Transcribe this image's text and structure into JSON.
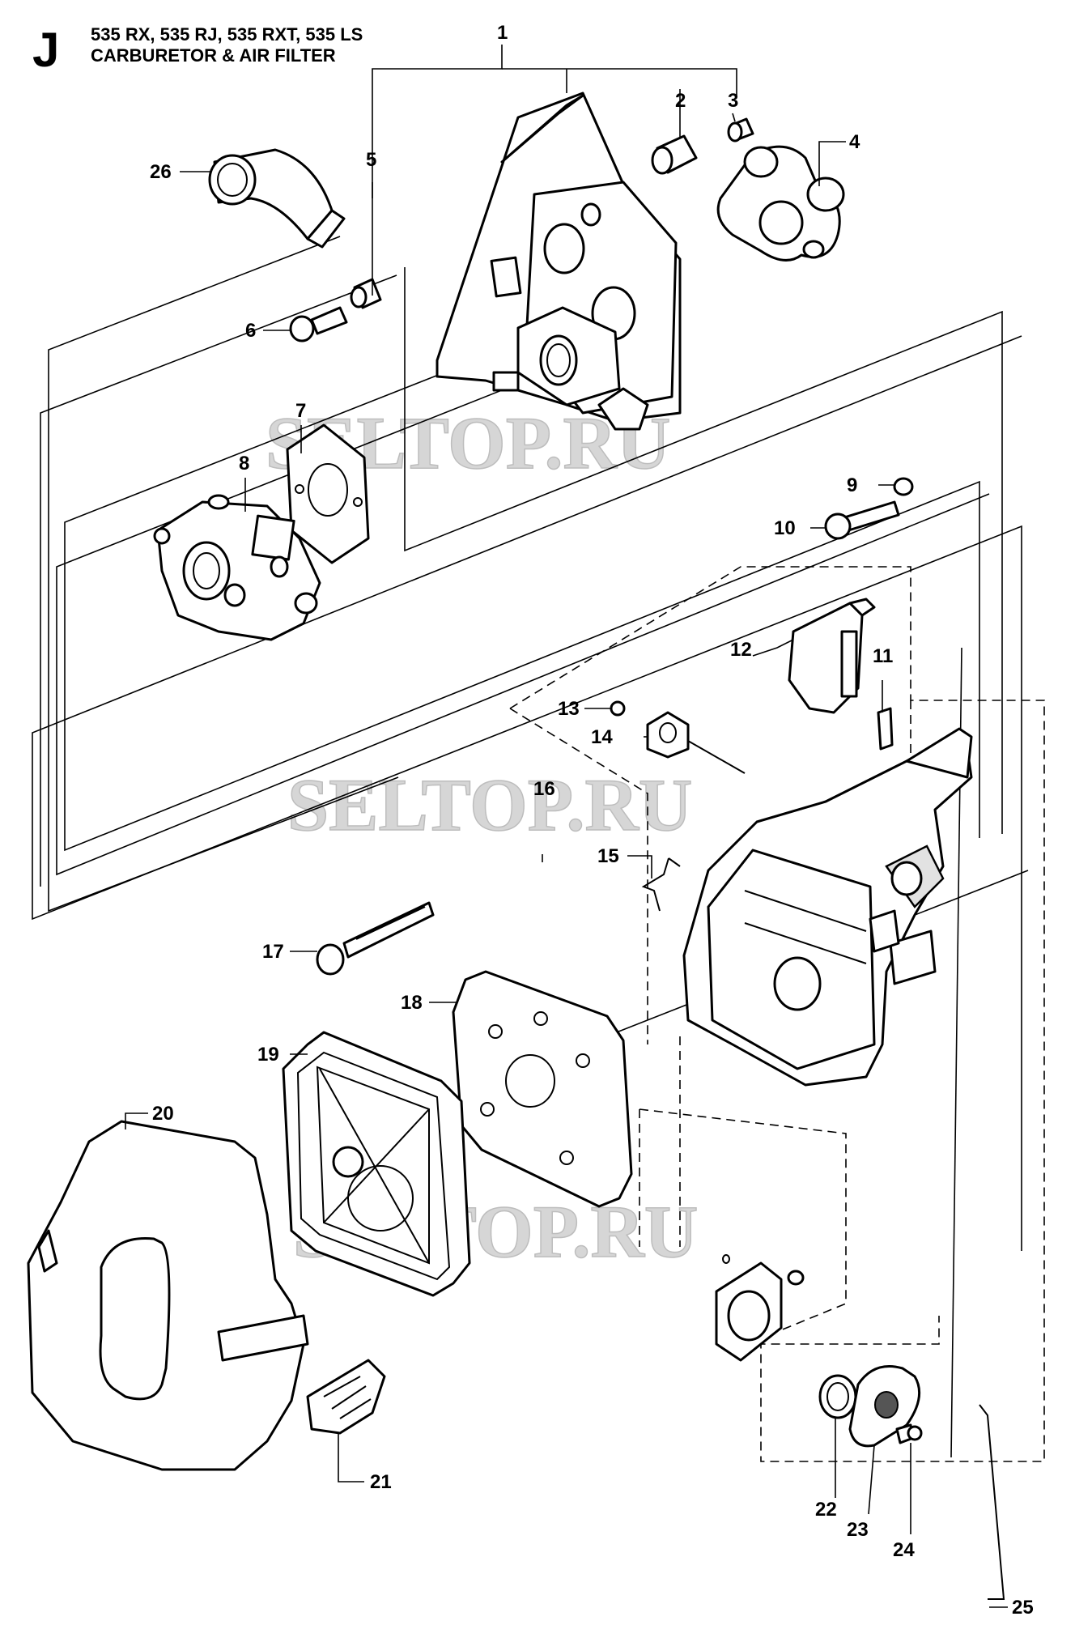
{
  "header": {
    "section_letter": "J",
    "models": "535 RX, 535 RJ, 535 RXT, 535 LS",
    "title": "CARBURETOR & AIR FILTER"
  },
  "watermark": "SELTOP.RU",
  "callouts": [
    {
      "label": "1"
    },
    {
      "label": "2"
    },
    {
      "label": "3"
    },
    {
      "label": "4"
    },
    {
      "label": "5"
    },
    {
      "label": "6"
    },
    {
      "label": "7"
    },
    {
      "label": "8"
    },
    {
      "label": "9"
    },
    {
      "label": "10"
    },
    {
      "label": "11"
    },
    {
      "label": "12"
    },
    {
      "label": "13"
    },
    {
      "label": "14"
    },
    {
      "label": "15"
    },
    {
      "label": "16"
    },
    {
      "label": "17"
    },
    {
      "label": "18"
    },
    {
      "label": "19"
    },
    {
      "label": "20"
    },
    {
      "label": "21"
    },
    {
      "label": "22"
    },
    {
      "label": "23"
    },
    {
      "label": "24"
    },
    {
      "label": "25"
    },
    {
      "label": "26"
    }
  ]
}
